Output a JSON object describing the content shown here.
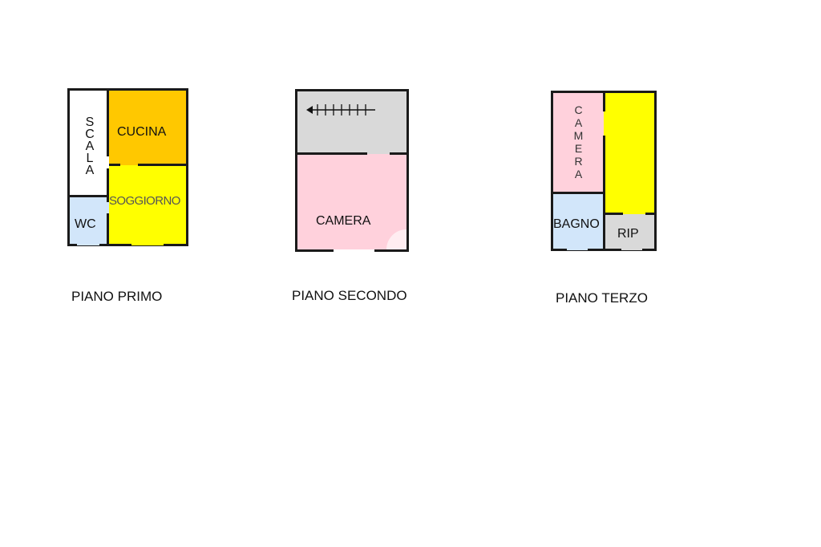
{
  "floors": [
    {
      "caption": "PIANO PRIMO",
      "rooms": {
        "scala": "SCALA",
        "cucina": "CUCINA",
        "soggiorno": "SOGGIORNO",
        "wc": "WC"
      }
    },
    {
      "caption": "PIANO SECONDO",
      "rooms": {
        "camera": "CAMERA"
      }
    },
    {
      "caption": "PIANO TERZO",
      "rooms": {
        "camera": "CAMERA",
        "bagno": "BAGNO",
        "rip": "RIP"
      }
    }
  ],
  "colors": {
    "kitchen": "#ffc800",
    "living": "#ffff00",
    "bedroom": "#ffd1dc",
    "bath": "#d2e6fa",
    "storage": "#d9d9d9",
    "stair": "#ffffff",
    "wall": "#1a1a1a"
  }
}
